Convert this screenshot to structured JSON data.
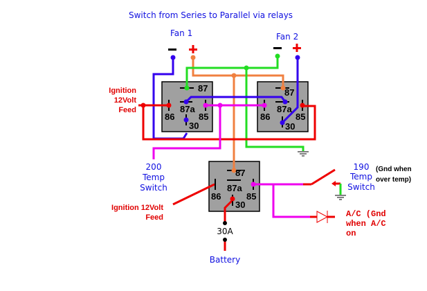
{
  "title": "Switch from Series to Parallel via relays",
  "fans": [
    {
      "label": "Fan 1",
      "neg": "–",
      "pos": "+"
    },
    {
      "label": "Fan 2",
      "neg": "–",
      "pos": "+"
    }
  ],
  "relays": [
    {
      "pins": {
        "p87": "87",
        "p87a": "87a",
        "p86": "86",
        "p85": "85",
        "p30": "30"
      }
    },
    {
      "pins": {
        "p87": "87",
        "p87a": "87a",
        "p86": "86",
        "p85": "85",
        "p30": "30"
      }
    },
    {
      "pins": {
        "p87": "87",
        "p87a": "87a",
        "p86": "86",
        "p85": "85",
        "p30": "30"
      }
    }
  ],
  "labels": {
    "ignition_top": [
      "Ignition",
      "12Volt",
      "Feed"
    ],
    "ignition_bottom": [
      "Ignition 12Volt",
      "Feed"
    ],
    "temp200": [
      "200",
      "Temp",
      "Switch"
    ],
    "temp190": [
      "190",
      "Temp",
      "Switch"
    ],
    "temp190_note": [
      "(Gnd when",
      "over temp)"
    ],
    "ac": [
      "A/C (Gnd",
      "when A/C",
      "on"
    ],
    "fuse": "30A",
    "battery": "Battery"
  },
  "colors": {
    "red": "#ee0000",
    "blue": "#3300ee",
    "green": "#22dd22",
    "orange": "#f08040",
    "magenta": "#ee00ee",
    "relay_fill": "#a0a0a0",
    "text_blue": "#1010e0"
  }
}
